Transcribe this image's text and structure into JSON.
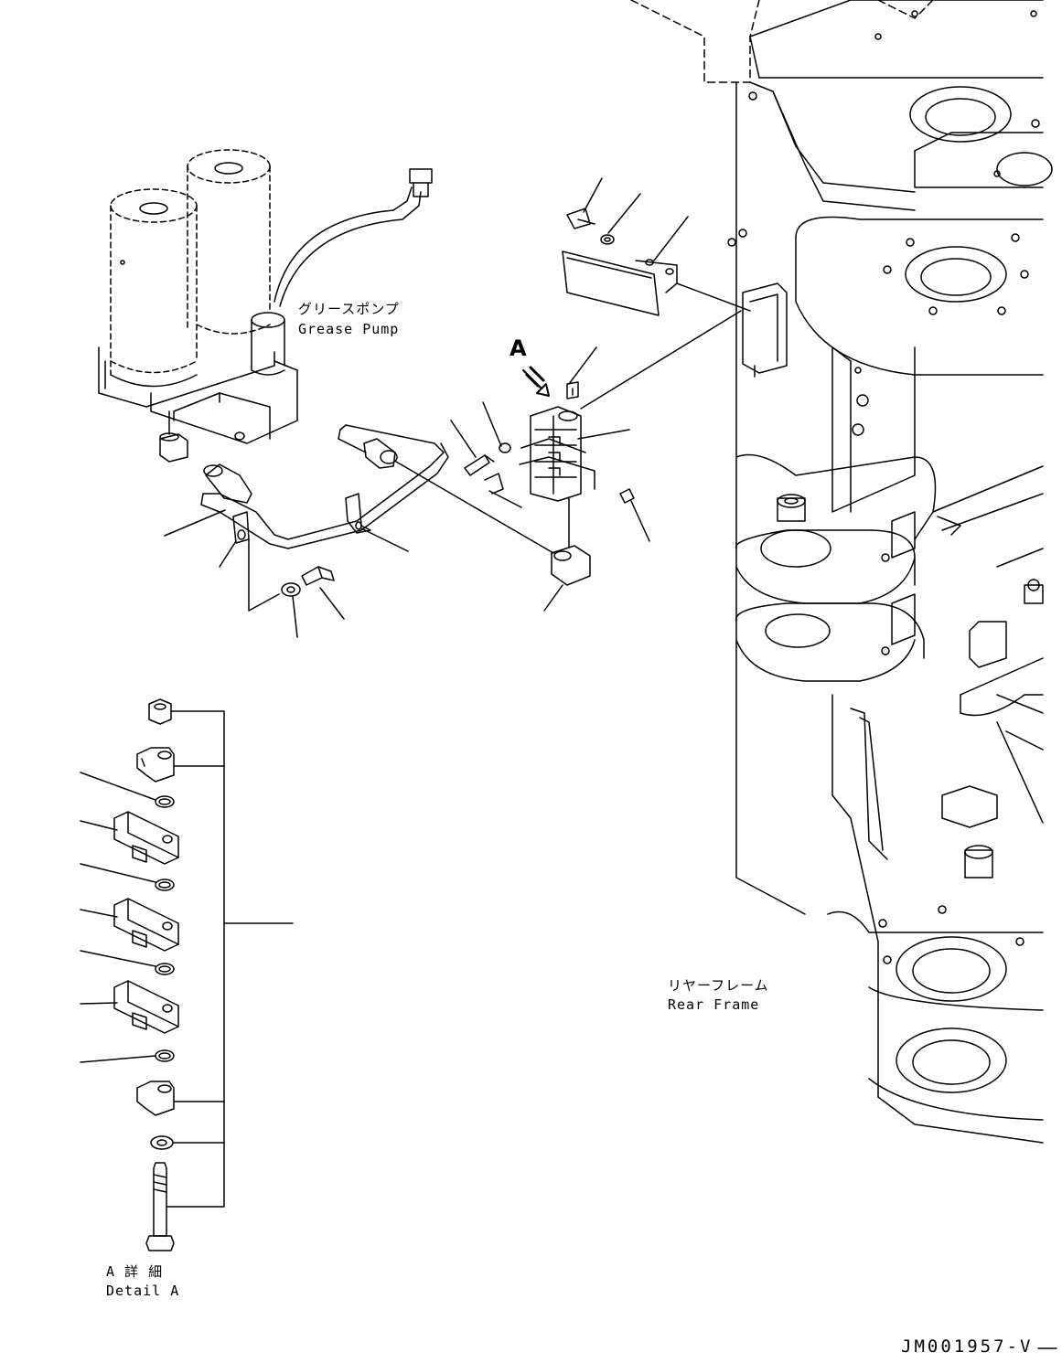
{
  "labels": {
    "grease_pump_ja": "グリースポンプ",
    "grease_pump_en": "Grease Pump",
    "rear_frame_ja": "リヤーフレーム",
    "rear_frame_en": "Rear Frame",
    "detail_ja": "A 詳 細",
    "detail_en": "Detail A",
    "view_arrow": "A"
  },
  "document_id": "JM001957-V",
  "colors": {
    "line": "#000000",
    "background": "#ffffff"
  }
}
